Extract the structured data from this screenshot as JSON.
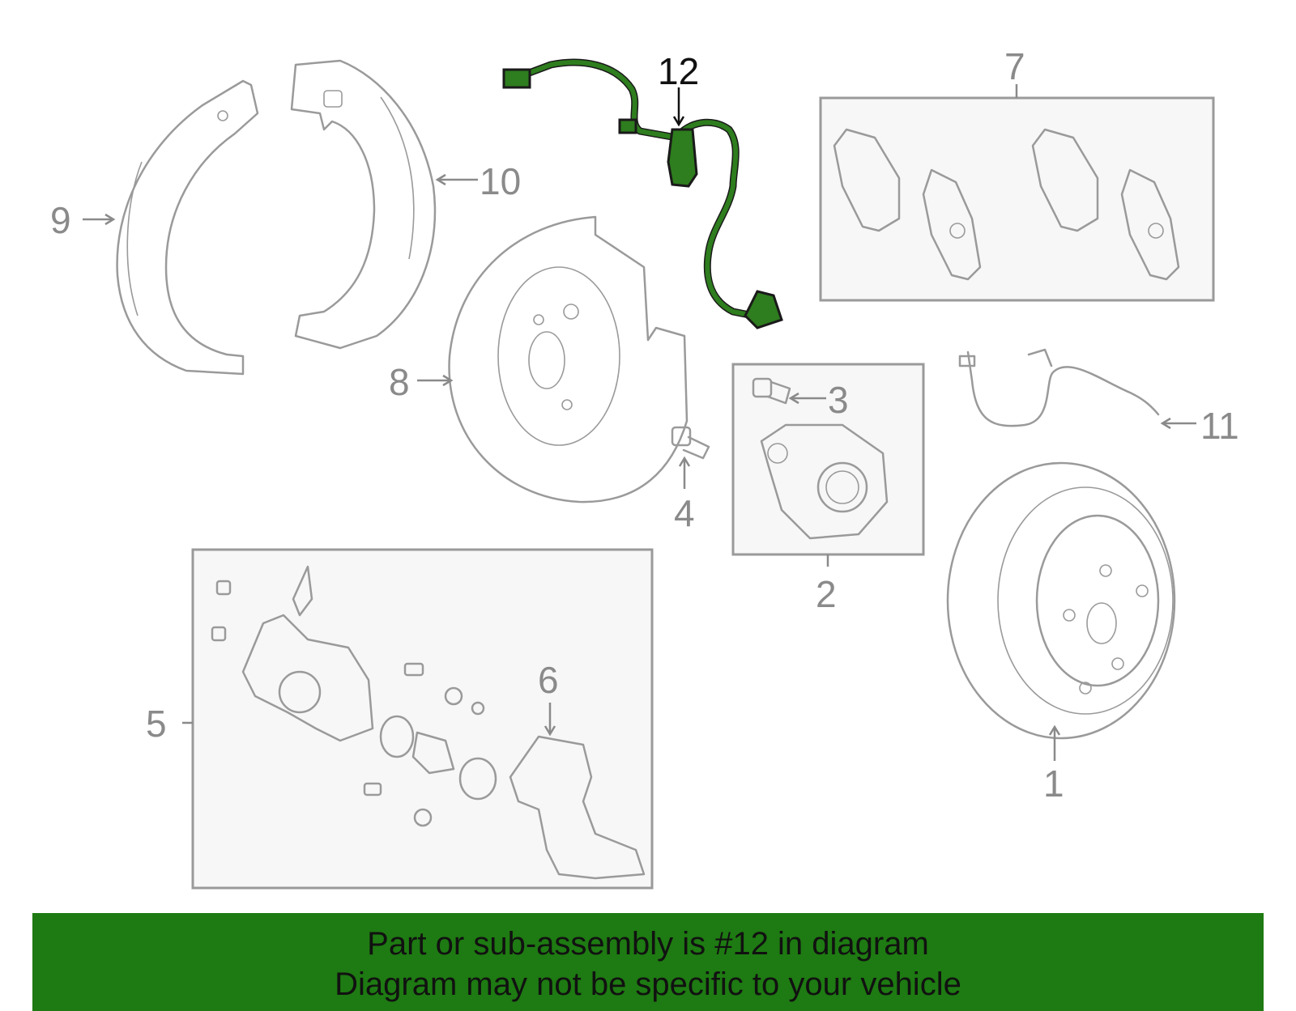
{
  "callouts": {
    "c1": "1",
    "c2": "2",
    "c3": "3",
    "c4": "4",
    "c5": "5",
    "c6": "6",
    "c7": "7",
    "c8": "8",
    "c9": "9",
    "c10": "10",
    "c11": "11",
    "c12": "12"
  },
  "highlighted_part": "12",
  "colors": {
    "highlight": "#2e7d1e",
    "banner": "#1e7a12",
    "linework": "#9a9a9a"
  },
  "banner": {
    "line1": "Part or sub-assembly is #12 in diagram",
    "line2": "Diagram may not be specific to your vehicle"
  }
}
